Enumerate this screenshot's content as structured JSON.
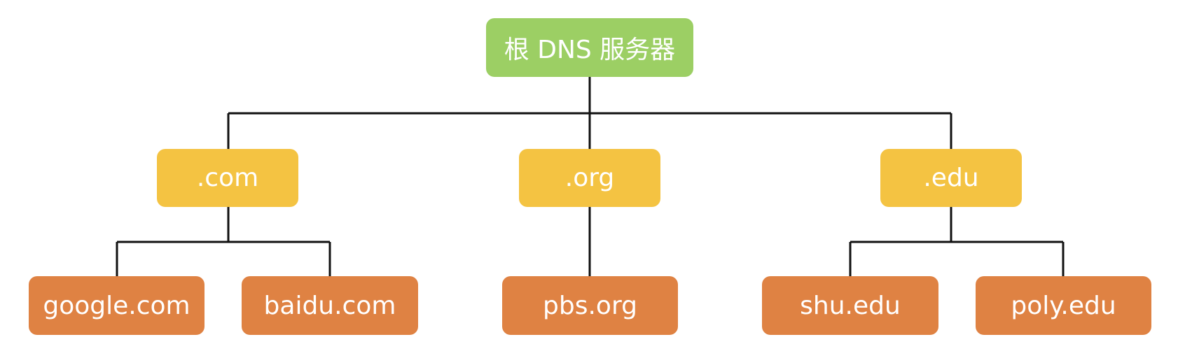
{
  "colors": {
    "root": "#9ccf64",
    "tld": "#f4c342",
    "leaf": "#df8243",
    "line": "#111111",
    "text": "#ffffff"
  },
  "root": {
    "label": "根 DNS 服务器"
  },
  "tlds": [
    {
      "label": ".com",
      "children": [
        {
          "label": "google.com"
        },
        {
          "label": "baidu.com"
        }
      ]
    },
    {
      "label": ".org",
      "children": [
        {
          "label": "pbs.org"
        }
      ]
    },
    {
      "label": ".edu",
      "children": [
        {
          "label": "shu.edu"
        },
        {
          "label": "poly.edu"
        }
      ]
    }
  ]
}
